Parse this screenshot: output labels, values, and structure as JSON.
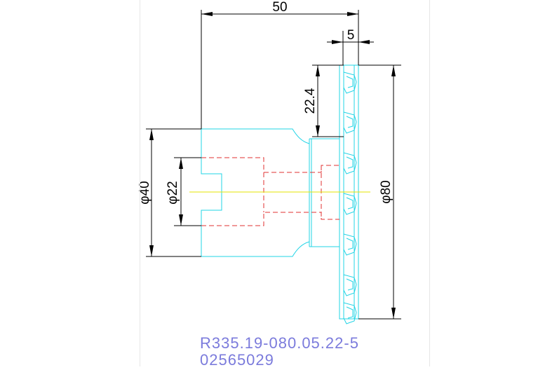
{
  "drawing": {
    "dimensions": {
      "overall_length": "50",
      "insert_width": "5",
      "radial_height": "22.4",
      "shank_diameter": "φ40",
      "bore_diameter": "φ22",
      "cutter_diameter": "φ80"
    },
    "caption": {
      "part_number": "R335.19-080.05.22-5",
      "item_code": "02565029"
    },
    "colors": {
      "geometry": "#22d4e6",
      "hidden_lines": "#e03030",
      "centerline": "#e6e600",
      "dimensions": "#000000",
      "caption_text": "#7b7bdc"
    }
  }
}
